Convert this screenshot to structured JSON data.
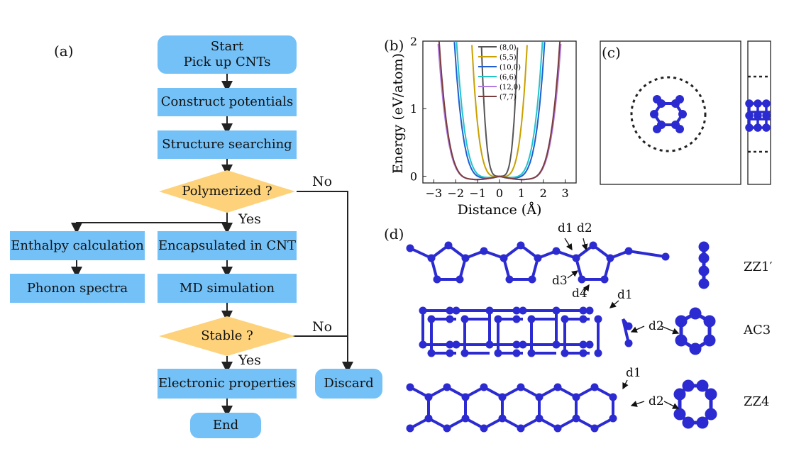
{
  "panels": {
    "a": "(a)",
    "b": "(b)",
    "c": "(c)",
    "d": "(d)"
  },
  "flowchart": {
    "start_line1": "Start",
    "start_line2": "Pick up CNTs",
    "construct": "Construct potentials",
    "search": "Structure searching",
    "polymerized": "Polymerized ?",
    "enthalpy": "Enthalpy calculation",
    "encapsulated": "Encapsulated in CNT",
    "phonon": "Phonon spectra",
    "md": "MD simulation",
    "stable": "Stable ?",
    "electronic": "Electronic properties",
    "discard": "Discard",
    "end": "End",
    "yes": "Yes",
    "no": "No"
  },
  "chart_data": {
    "type": "line",
    "xlabel": "Distance (Å)",
    "ylabel": "Energy (eV/atom)",
    "xlim": [
      -3.5,
      3.5
    ],
    "ylim": [
      -0.1,
      2
    ],
    "xticks": [
      "−3",
      "−2",
      "−1",
      "0",
      "1",
      "2",
      "3"
    ],
    "yticks": [
      "0",
      "1",
      "2"
    ],
    "legend_position": "top-center",
    "series": [
      {
        "name": "(8,0)",
        "color": "#555555",
        "wall": 0.85,
        "min": -0.0,
        "minx": 0.0
      },
      {
        "name": "(5,5)",
        "color": "#c9a000",
        "wall": 1.3,
        "min": -0.01,
        "minx": 0.0
      },
      {
        "name": "(10,0)",
        "color": "#1f5fd1",
        "wall": 2.1,
        "min": -0.03,
        "minx": 0.5
      },
      {
        "name": "(6,6)",
        "color": "#22c4c9",
        "wall": 2.0,
        "min": -0.02,
        "minx": 0.4
      },
      {
        "name": "(12,0)",
        "color": "#b07be3",
        "wall": 2.85,
        "min": -0.05,
        "minx": 1.1
      },
      {
        "name": "(7,7)",
        "color": "#7a3c3c",
        "wall": 2.8,
        "min": -0.05,
        "minx": 1.1
      }
    ]
  },
  "structures": {
    "zz1": "ZZ1′",
    "ac3": "AC3",
    "zz4": "ZZ4",
    "d1": "d1",
    "d2": "d2",
    "d3": "d3",
    "d4": "d4"
  }
}
